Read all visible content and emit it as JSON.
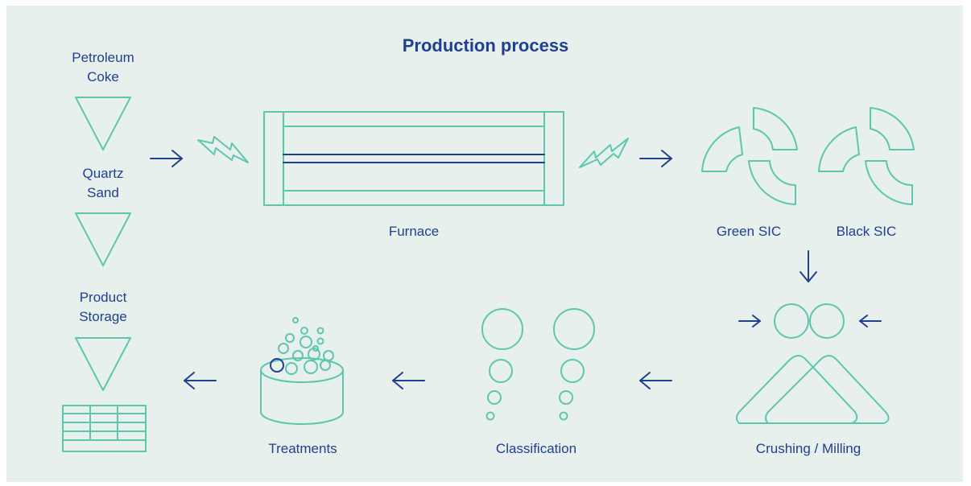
{
  "title": "Production process",
  "labels": {
    "petroleum_coke": "Petroleum\nCoke",
    "quartz_sand": "Quartz\nSand",
    "product_storage": "Product\nStorage",
    "furnace": "Furnace",
    "green_sic": "Green SIC",
    "black_sic": "Black SIC",
    "crushing_milling": "Crushing / Milling",
    "classification": "Classification",
    "treatments": "Treatments"
  },
  "colors": {
    "line": "#5cc7ae",
    "text": "#1f3f8f",
    "background": "#e8f0ee"
  },
  "icons": [
    "hopper-icon",
    "lightning-icon",
    "furnace-icon",
    "sic-grain-icon",
    "roller-icon",
    "particle-icon",
    "treatment-tank-icon",
    "storage-grid-icon",
    "arrow-icon"
  ]
}
